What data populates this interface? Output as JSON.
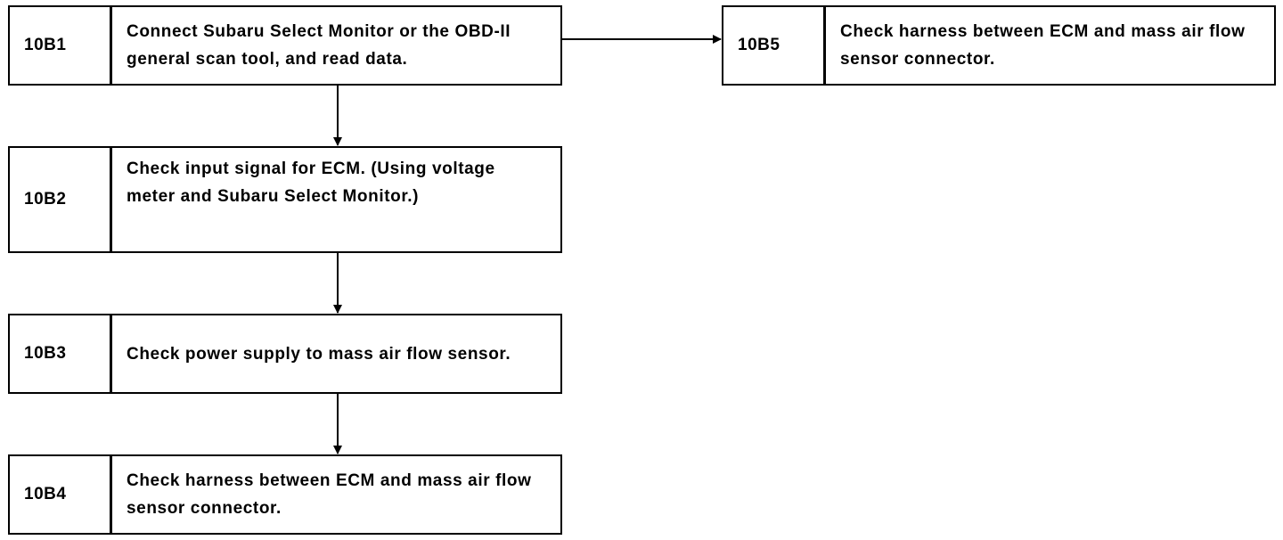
{
  "steps": [
    {
      "id": "10B1",
      "text": "Connect Subaru Select Monitor or the OBD-II general scan tool, and read data."
    },
    {
      "id": "10B2",
      "text": "Check input signal for ECM. (Using voltage meter and Subaru Select Monitor.)"
    },
    {
      "id": "10B3",
      "text": "Check power supply to mass air flow sensor."
    },
    {
      "id": "10B4",
      "text": "Check harness between ECM and mass air flow sensor connector."
    },
    {
      "id": "10B5",
      "text": "Check harness between ECM and mass air flow sensor connector."
    }
  ],
  "connections": [
    {
      "from": "10B1",
      "to": "10B2"
    },
    {
      "from": "10B2",
      "to": "10B3"
    },
    {
      "from": "10B3",
      "to": "10B4"
    },
    {
      "from": "10B1",
      "to": "10B5"
    }
  ]
}
